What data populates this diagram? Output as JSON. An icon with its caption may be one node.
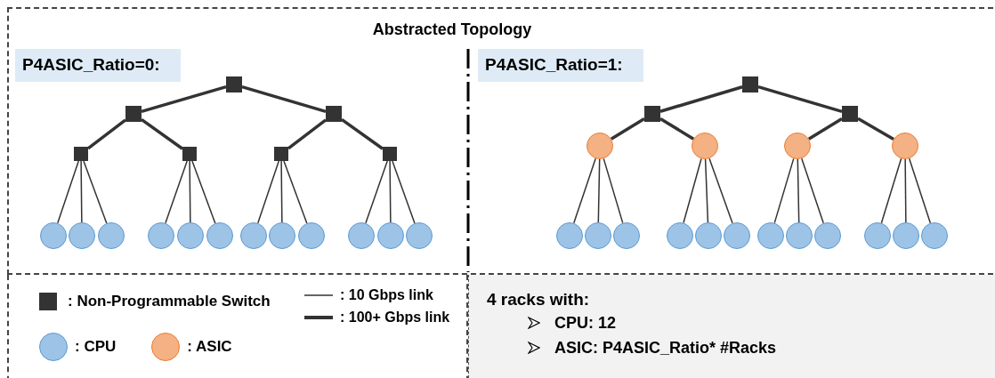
{
  "diagram": {
    "title": "Abstracted Topology",
    "nodes": [
      {
        "text": [
          "P4ASIC_Ratio=0:"
        ]
      },
      {
        "text": [
          "P4ASIC_Ratio=1:"
        ]
      },
      {
        "text": [],
        "shape": "box"
      },
      {
        "text": [],
        "shape": "box"
      },
      {
        "text": [],
        "shape": "box"
      },
      {
        "text": [],
        "shape": "box"
      },
      {
        "text": [],
        "shape": "box"
      },
      {
        "text": [],
        "shape": "box"
      },
      {
        "text": [],
        "shape": "box"
      },
      {
        "text": [],
        "shape": "circle"
      },
      {
        "text": [],
        "shape": "circle"
      },
      {
        "text": [],
        "shape": "circle"
      },
      {
        "text": [],
        "shape": "circle"
      },
      {
        "text": [],
        "shape": "circle"
      },
      {
        "text": [],
        "shape": "circle"
      },
      {
        "text": [],
        "shape": "circle"
      },
      {
        "text": [],
        "shape": "circle"
      },
      {
        "text": [],
        "shape": "circle"
      },
      {
        "text": [],
        "shape": "circle"
      },
      {
        "text": [],
        "shape": "circle"
      },
      {
        "text": [],
        "shape": "circle"
      },
      {
        "text": [],
        "shape": "box"
      },
      {
        "text": [],
        "shape": "box"
      },
      {
        "text": [],
        "shape": "box"
      },
      {
        "text": [],
        "shape": "circle"
      },
      {
        "text": [],
        "shape": "circle"
      },
      {
        "text": [],
        "shape": "circle"
      },
      {
        "text": [],
        "shape": "circle"
      },
      {
        "text": [],
        "shape": "circle"
      },
      {
        "text": [],
        "shape": "circle"
      },
      {
        "text": [],
        "shape": "circle"
      },
      {
        "text": [],
        "shape": "circle"
      },
      {
        "text": [],
        "shape": "circle"
      },
      {
        "text": [],
        "shape": "circle"
      },
      {
        "text": [],
        "shape": "circle"
      },
      {
        "text": [],
        "shape": "circle"
      },
      {
        "text": [],
        "shape": "circle"
      },
      {
        "text": [],
        "shape": "circle"
      },
      {
        "text": [],
        "shape": "circle"
      },
      {
        "text": [],
        "shape": "circle"
      },
      {
        "text": [
          "4 racks with:",
          "CPU: 12",
          "ASIC: P4ASIC_Ratio* #Racks"
        ]
      }
    ],
    "edges": [
      {
        "from": 2,
        "to": 3,
        "arrow": "none",
        "style": "thick"
      },
      {
        "from": 2,
        "to": 4,
        "arrow": "none",
        "style": "thick"
      },
      {
        "from": 3,
        "to": 5,
        "arrow": "none",
        "style": "thick"
      },
      {
        "from": 3,
        "to": 6,
        "arrow": "none",
        "style": "thick"
      },
      {
        "from": 4,
        "to": 7,
        "arrow": "none",
        "style": "thick"
      },
      {
        "from": 4,
        "to": 8,
        "arrow": "none",
        "style": "thick"
      },
      {
        "from": 5,
        "to": 9,
        "arrow": "none"
      },
      {
        "from": 5,
        "to": 10,
        "arrow": "none"
      },
      {
        "from": 5,
        "to": 11,
        "arrow": "none"
      },
      {
        "from": 6,
        "to": 12,
        "arrow": "none"
      },
      {
        "from": 6,
        "to": 13,
        "arrow": "none"
      },
      {
        "from": 6,
        "to": 14,
        "arrow": "none"
      },
      {
        "from": 7,
        "to": 15,
        "arrow": "none"
      },
      {
        "from": 7,
        "to": 16,
        "arrow": "none"
      },
      {
        "from": 7,
        "to": 17,
        "arrow": "none"
      },
      {
        "from": 8,
        "to": 18,
        "arrow": "none"
      },
      {
        "from": 8,
        "to": 19,
        "arrow": "none"
      },
      {
        "from": 8,
        "to": 20,
        "arrow": "none"
      },
      {
        "from": 21,
        "to": 22,
        "arrow": "none",
        "style": "thick"
      },
      {
        "from": 21,
        "to": 23,
        "arrow": "none",
        "style": "thick"
      },
      {
        "from": 22,
        "to": 24,
        "arrow": "none",
        "style": "thick"
      },
      {
        "from": 22,
        "to": 25,
        "arrow": "none",
        "style": "thick"
      },
      {
        "from": 23,
        "to": 26,
        "arrow": "none",
        "style": "thick"
      },
      {
        "from": 23,
        "to": 27,
        "arrow": "none",
        "style": "thick"
      },
      {
        "from": 24,
        "to": 28,
        "arrow": "none"
      },
      {
        "from": 24,
        "to": 29,
        "arrow": "none"
      },
      {
        "from": 24,
        "to": 30,
        "arrow": "none"
      },
      {
        "from": 25,
        "to": 31,
        "arrow": "none"
      },
      {
        "from": 25,
        "to": 32,
        "arrow": "none"
      },
      {
        "from": 25,
        "to": 33,
        "arrow": "none"
      },
      {
        "from": 26,
        "to": 34,
        "arrow": "none"
      },
      {
        "from": 26,
        "to": 35,
        "arrow": "none"
      },
      {
        "from": 26,
        "to": 36,
        "arrow": "none"
      },
      {
        "from": 27,
        "to": 37,
        "arrow": "none"
      },
      {
        "from": 27,
        "to": 38,
        "arrow": "none"
      },
      {
        "from": 27,
        "to": 39,
        "arrow": "none"
      }
    ],
    "legend": [
      {
        "text": ": Non-Programmable Switch"
      },
      {
        "text": ": 10 Gbps link"
      },
      {
        "text": ": 100+ Gbps link"
      },
      {
        "text": ": CPU",
        "color": "#9dc3e6"
      },
      {
        "text": ": ASIC",
        "color": "#f4b183"
      }
    ]
  }
}
